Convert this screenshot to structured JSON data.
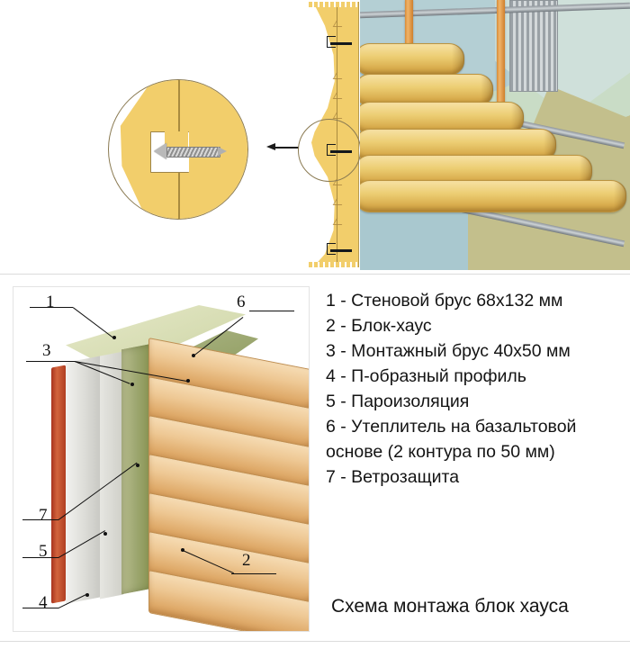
{
  "document": {
    "caption": "Схема монтажа блок хауса",
    "language": "ru"
  },
  "legend": {
    "items": [
      {
        "number": "1",
        "text": "1 - Стеновой брус 68х132 мм"
      },
      {
        "number": "2",
        "text": "2 - Блок-хаус"
      },
      {
        "number": "3",
        "text": "3 - Монтажный брус 40х50 мм"
      },
      {
        "number": "4",
        "text": "4 - П-образный профиль"
      },
      {
        "number": "5",
        "text": "5 - Пароизоляция"
      },
      {
        "number": "6",
        "text": "6 - Утеплитель на базальтовой"
      },
      {
        "number": "6b",
        "text": "основе (2 контура по 50 мм)"
      },
      {
        "number": "7",
        "text": "7 - Ветрозащита"
      }
    ]
  },
  "figure": {
    "callouts": [
      {
        "id": "1",
        "label": "1"
      },
      {
        "id": "2",
        "label": "2"
      },
      {
        "id": "3",
        "label": "3"
      },
      {
        "id": "4",
        "label": "4"
      },
      {
        "id": "5",
        "label": "5"
      },
      {
        "id": "6",
        "label": "6"
      },
      {
        "id": "7",
        "label": "7"
      }
    ]
  },
  "colors": {
    "wood_amber": "#f2ce6b",
    "wood_outline": "#a98b3f",
    "log_light": "#eccd72",
    "plank_light": "#eec894",
    "profile_red": "#d2643d",
    "insulation_green": "#9ca66f",
    "vapour_grey": "#d9d9d4",
    "wall_teal": "#b4cfd4",
    "wall_green": "#c9dcc6",
    "wall_khaki": "#c3bf8c",
    "batten_orange": "#d98c37",
    "metal_grey": "#9aa1a6",
    "text": "#141414",
    "box_border": "#e3e3e3"
  }
}
